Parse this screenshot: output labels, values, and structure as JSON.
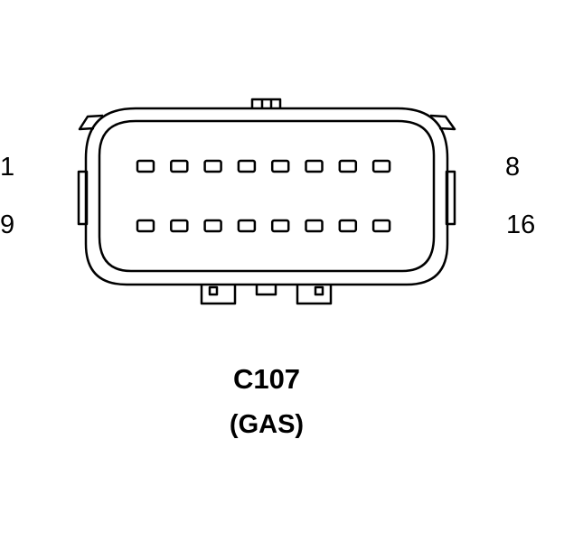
{
  "connector": {
    "name": "C107",
    "variant": "(GAS)",
    "pin_labels": {
      "top_left": "1",
      "top_right": "8",
      "bottom_left": "9",
      "bottom_right": "16"
    },
    "pins_per_row": 8,
    "rows": 2
  },
  "colors": {
    "line": "#000000",
    "background": "#ffffff"
  }
}
